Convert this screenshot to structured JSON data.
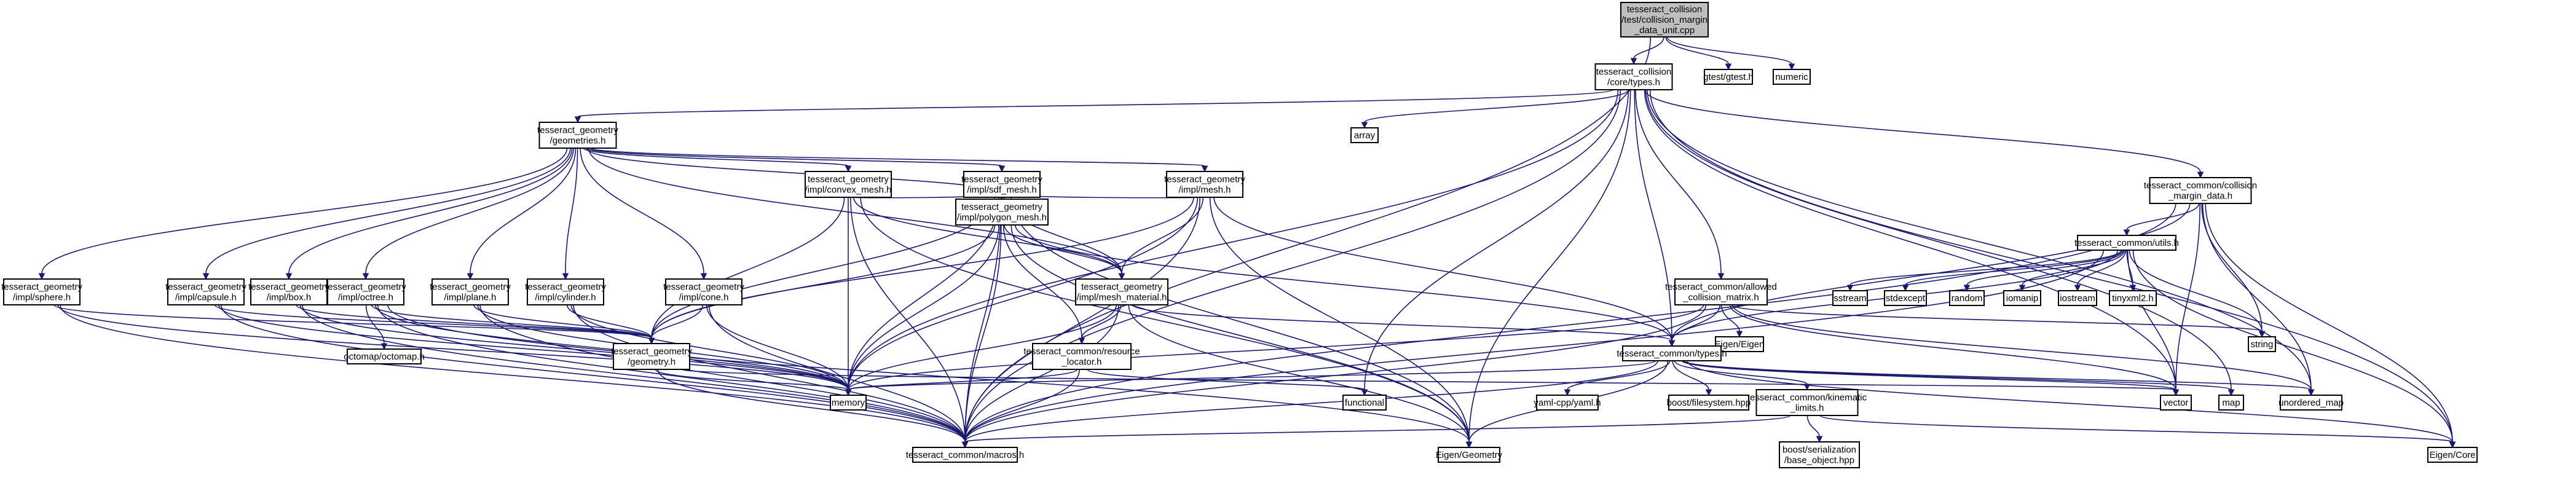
{
  "diagram": {
    "nodes": [
      {
        "id": "root",
        "lines": [
          "tesseract_collision",
          "/test/collision_margin",
          "_data_unit.cpp"
        ],
        "root": true
      },
      {
        "id": "types_collision",
        "lines": [
          "tesseract_collision",
          "/core/types.h"
        ]
      },
      {
        "id": "gtest",
        "lines": [
          "gtest/gtest.h"
        ]
      },
      {
        "id": "numeric",
        "lines": [
          "numeric"
        ]
      },
      {
        "id": "geometries",
        "lines": [
          "tesseract_geometry",
          "/geometries.h"
        ]
      },
      {
        "id": "array",
        "lines": [
          "array"
        ]
      },
      {
        "id": "convex_mesh",
        "lines": [
          "tesseract_geometry",
          "/impl/convex_mesh.h"
        ]
      },
      {
        "id": "sdf_mesh",
        "lines": [
          "tesseract_geometry",
          "/impl/sdf_mesh.h"
        ]
      },
      {
        "id": "mesh",
        "lines": [
          "tesseract_geometry",
          "/impl/mesh.h"
        ]
      },
      {
        "id": "margin_data",
        "lines": [
          "tesseract_common/collision",
          "_margin_data.h"
        ]
      },
      {
        "id": "polygon_mesh",
        "lines": [
          "tesseract_geometry",
          "/impl/polygon_mesh.h"
        ]
      },
      {
        "id": "utils",
        "lines": [
          "tesseract_common/utils.h"
        ]
      },
      {
        "id": "sphere",
        "lines": [
          "tesseract_geometry",
          "/impl/sphere.h"
        ]
      },
      {
        "id": "capsule",
        "lines": [
          "tesseract_geometry",
          "/impl/capsule.h"
        ]
      },
      {
        "id": "box",
        "lines": [
          "tesseract_geometry",
          "/impl/box.h"
        ]
      },
      {
        "id": "octree",
        "lines": [
          "tesseract_geometry",
          "/impl/octree.h"
        ]
      },
      {
        "id": "plane",
        "lines": [
          "tesseract_geometry",
          "/impl/plane.h"
        ]
      },
      {
        "id": "cylinder",
        "lines": [
          "tesseract_geometry",
          "/impl/cylinder.h"
        ]
      },
      {
        "id": "cone",
        "lines": [
          "tesseract_geometry",
          "/impl/cone.h"
        ]
      },
      {
        "id": "mesh_material",
        "lines": [
          "tesseract_geometry",
          "/impl/mesh_material.h"
        ]
      },
      {
        "id": "allowed_collision",
        "lines": [
          "tesseract_common/allowed",
          "_collision_matrix.h"
        ]
      },
      {
        "id": "sstream",
        "lines": [
          "sstream"
        ]
      },
      {
        "id": "stdexcept",
        "lines": [
          "stdexcept"
        ]
      },
      {
        "id": "random",
        "lines": [
          "random"
        ]
      },
      {
        "id": "iomanip",
        "lines": [
          "iomanip"
        ]
      },
      {
        "id": "iostream",
        "lines": [
          "iostream"
        ]
      },
      {
        "id": "tinyxml2",
        "lines": [
          "tinyxml2.h"
        ]
      },
      {
        "id": "eigen_eigen",
        "lines": [
          "Eigen/Eigen"
        ]
      },
      {
        "id": "string",
        "lines": [
          "string"
        ]
      },
      {
        "id": "octomap",
        "lines": [
          "octomap/octomap.h"
        ]
      },
      {
        "id": "geometry_h",
        "lines": [
          "tesseract_geometry",
          "/geometry.h"
        ]
      },
      {
        "id": "resource_locator",
        "lines": [
          "tesseract_common/resource",
          "_locator.h"
        ]
      },
      {
        "id": "types_common",
        "lines": [
          "tesseract_common/types.h"
        ]
      },
      {
        "id": "functional",
        "lines": [
          "functional"
        ]
      },
      {
        "id": "memory",
        "lines": [
          "memory"
        ]
      },
      {
        "id": "yaml",
        "lines": [
          "yaml-cpp/yaml.h"
        ]
      },
      {
        "id": "boost_fs",
        "lines": [
          "boost/filesystem.hpp"
        ]
      },
      {
        "id": "kinematic_limits",
        "lines": [
          "tesseract_common/kinematic",
          "_limits.h"
        ]
      },
      {
        "id": "vector",
        "lines": [
          "vector"
        ]
      },
      {
        "id": "map",
        "lines": [
          "map"
        ]
      },
      {
        "id": "unordered_map",
        "lines": [
          "unordered_map"
        ]
      },
      {
        "id": "macros",
        "lines": [
          "tesseract_common/macros.h"
        ]
      },
      {
        "id": "eigen_geometry",
        "lines": [
          "Eigen/Geometry"
        ]
      },
      {
        "id": "boost_serial",
        "lines": [
          "boost/serialization",
          "/base_object.hpp"
        ]
      },
      {
        "id": "eigen_core",
        "lines": [
          "Eigen/Core"
        ]
      }
    ],
    "edges": [
      [
        "root",
        "types_collision"
      ],
      [
        "root",
        "gtest"
      ],
      [
        "root",
        "numeric"
      ],
      [
        "root",
        "macros"
      ],
      [
        "types_collision",
        "geometries"
      ],
      [
        "types_collision",
        "array"
      ],
      [
        "types_collision",
        "margin_data"
      ],
      [
        "types_collision",
        "allowed_collision"
      ],
      [
        "types_collision",
        "types_common"
      ],
      [
        "types_collision",
        "functional"
      ],
      [
        "types_collision",
        "memory"
      ],
      [
        "types_collision",
        "vector"
      ],
      [
        "types_collision",
        "map"
      ],
      [
        "types_collision",
        "unordered_map"
      ],
      [
        "types_collision",
        "macros"
      ],
      [
        "types_collision",
        "eigen_geometry"
      ],
      [
        "types_collision",
        "eigen_core"
      ],
      [
        "geometries",
        "convex_mesh"
      ],
      [
        "geometries",
        "sdf_mesh"
      ],
      [
        "geometries",
        "mesh"
      ],
      [
        "geometries",
        "polygon_mesh"
      ],
      [
        "geometries",
        "sphere"
      ],
      [
        "geometries",
        "capsule"
      ],
      [
        "geometries",
        "box"
      ],
      [
        "geometries",
        "octree"
      ],
      [
        "geometries",
        "plane"
      ],
      [
        "geometries",
        "cylinder"
      ],
      [
        "geometries",
        "cone"
      ],
      [
        "geometries",
        "mesh_material"
      ],
      [
        "convex_mesh",
        "polygon_mesh"
      ],
      [
        "convex_mesh",
        "mesh_material"
      ],
      [
        "convex_mesh",
        "geometry_h"
      ],
      [
        "convex_mesh",
        "memory"
      ],
      [
        "convex_mesh",
        "macros"
      ],
      [
        "convex_mesh",
        "eigen_geometry"
      ],
      [
        "sdf_mesh",
        "polygon_mesh"
      ],
      [
        "sdf_mesh",
        "mesh_material"
      ],
      [
        "sdf_mesh",
        "geometry_h"
      ],
      [
        "sdf_mesh",
        "memory"
      ],
      [
        "sdf_mesh",
        "macros"
      ],
      [
        "sdf_mesh",
        "eigen_geometry"
      ],
      [
        "mesh",
        "polygon_mesh"
      ],
      [
        "mesh",
        "mesh_material"
      ],
      [
        "mesh",
        "geometry_h"
      ],
      [
        "mesh",
        "memory"
      ],
      [
        "mesh",
        "macros"
      ],
      [
        "mesh",
        "eigen_geometry"
      ],
      [
        "mesh",
        "types_common"
      ],
      [
        "polygon_mesh",
        "mesh_material"
      ],
      [
        "polygon_mesh",
        "geometry_h"
      ],
      [
        "polygon_mesh",
        "resource_locator"
      ],
      [
        "polygon_mesh",
        "types_common"
      ],
      [
        "polygon_mesh",
        "memory"
      ],
      [
        "polygon_mesh",
        "macros"
      ],
      [
        "polygon_mesh",
        "eigen_geometry"
      ],
      [
        "mesh_material",
        "resource_locator"
      ],
      [
        "mesh_material",
        "types_common"
      ],
      [
        "mesh_material",
        "memory"
      ],
      [
        "mesh_material",
        "macros"
      ],
      [
        "mesh_material",
        "eigen_geometry"
      ],
      [
        "sphere",
        "geometry_h"
      ],
      [
        "sphere",
        "memory"
      ],
      [
        "sphere",
        "macros"
      ],
      [
        "capsule",
        "geometry_h"
      ],
      [
        "capsule",
        "memory"
      ],
      [
        "capsule",
        "macros"
      ],
      [
        "box",
        "geometry_h"
      ],
      [
        "box",
        "memory"
      ],
      [
        "box",
        "macros"
      ],
      [
        "octree",
        "geometry_h"
      ],
      [
        "octree",
        "octomap"
      ],
      [
        "octree",
        "memory"
      ],
      [
        "octree",
        "macros"
      ],
      [
        "octree",
        "eigen_geometry"
      ],
      [
        "plane",
        "geometry_h"
      ],
      [
        "plane",
        "memory"
      ],
      [
        "plane",
        "macros"
      ],
      [
        "cylinder",
        "geometry_h"
      ],
      [
        "cylinder",
        "memory"
      ],
      [
        "cylinder",
        "macros"
      ],
      [
        "cone",
        "geometry_h"
      ],
      [
        "cone",
        "memory"
      ],
      [
        "cone",
        "macros"
      ],
      [
        "geometry_h",
        "memory"
      ],
      [
        "geometry_h",
        "macros"
      ],
      [
        "geometry_h",
        "vector"
      ],
      [
        "resource_locator",
        "functional"
      ],
      [
        "resource_locator",
        "memory"
      ],
      [
        "resource_locator",
        "macros"
      ],
      [
        "margin_data",
        "utils"
      ],
      [
        "margin_data",
        "types_common"
      ],
      [
        "margin_data",
        "string"
      ],
      [
        "margin_data",
        "vector"
      ],
      [
        "margin_data",
        "unordered_map"
      ],
      [
        "margin_data",
        "macros"
      ],
      [
        "margin_data",
        "eigen_core"
      ],
      [
        "utils",
        "sstream"
      ],
      [
        "utils",
        "stdexcept"
      ],
      [
        "utils",
        "random"
      ],
      [
        "utils",
        "iomanip"
      ],
      [
        "utils",
        "iostream"
      ],
      [
        "utils",
        "tinyxml2"
      ],
      [
        "utils",
        "string"
      ],
      [
        "utils",
        "vector"
      ],
      [
        "utils",
        "types_common"
      ],
      [
        "utils",
        "eigen_core"
      ],
      [
        "utils",
        "macros"
      ],
      [
        "allowed_collision",
        "types_common"
      ],
      [
        "allowed_collision",
        "eigen_eigen"
      ],
      [
        "allowed_collision",
        "string"
      ],
      [
        "allowed_collision",
        "vector"
      ],
      [
        "allowed_collision",
        "unordered_map"
      ],
      [
        "allowed_collision",
        "memory"
      ],
      [
        "allowed_collision",
        "macros"
      ],
      [
        "types_common",
        "yaml"
      ],
      [
        "types_common",
        "boost_fs"
      ],
      [
        "types_common",
        "kinematic_limits"
      ],
      [
        "types_common",
        "vector"
      ],
      [
        "types_common",
        "map"
      ],
      [
        "types_common",
        "unordered_map"
      ],
      [
        "types_common",
        "memory"
      ],
      [
        "types_common",
        "macros"
      ],
      [
        "types_common",
        "eigen_geometry"
      ],
      [
        "types_common",
        "eigen_core"
      ],
      [
        "kinematic_limits",
        "boost_serial"
      ],
      [
        "kinematic_limits",
        "eigen_core"
      ],
      [
        "kinematic_limits",
        "macros"
      ]
    ]
  }
}
